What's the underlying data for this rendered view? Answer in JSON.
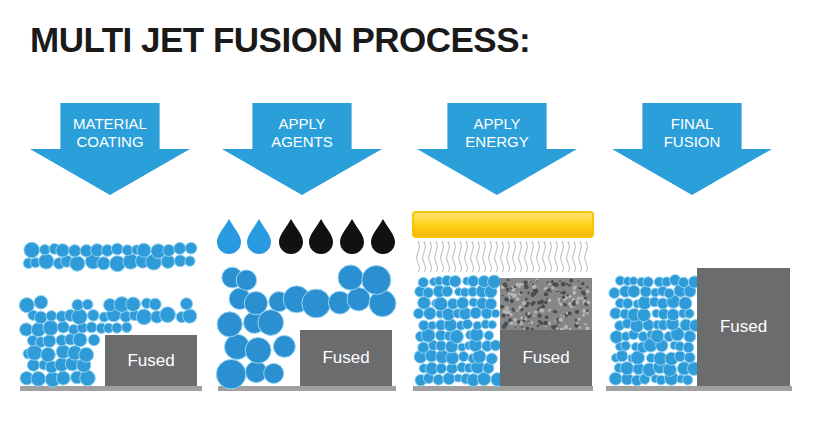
{
  "diagram": {
    "title": "MULTI JET FUSION PROCESS:",
    "nodes": [
      {
        "text": [
          "MATERIAL COATING"
        ]
      },
      {
        "text": [
          "Fused"
        ]
      },
      {
        "text": [
          "APPLY AGENTS"
        ]
      },
      {
        "text": [
          "Fused"
        ]
      },
      {
        "text": [
          "APPLY ENERGY"
        ]
      },
      {
        "text": [
          "Fused"
        ]
      },
      {
        "text": [
          "FINAL FUSION"
        ]
      },
      {
        "text": [
          "Fused"
        ]
      }
    ]
  }
}
